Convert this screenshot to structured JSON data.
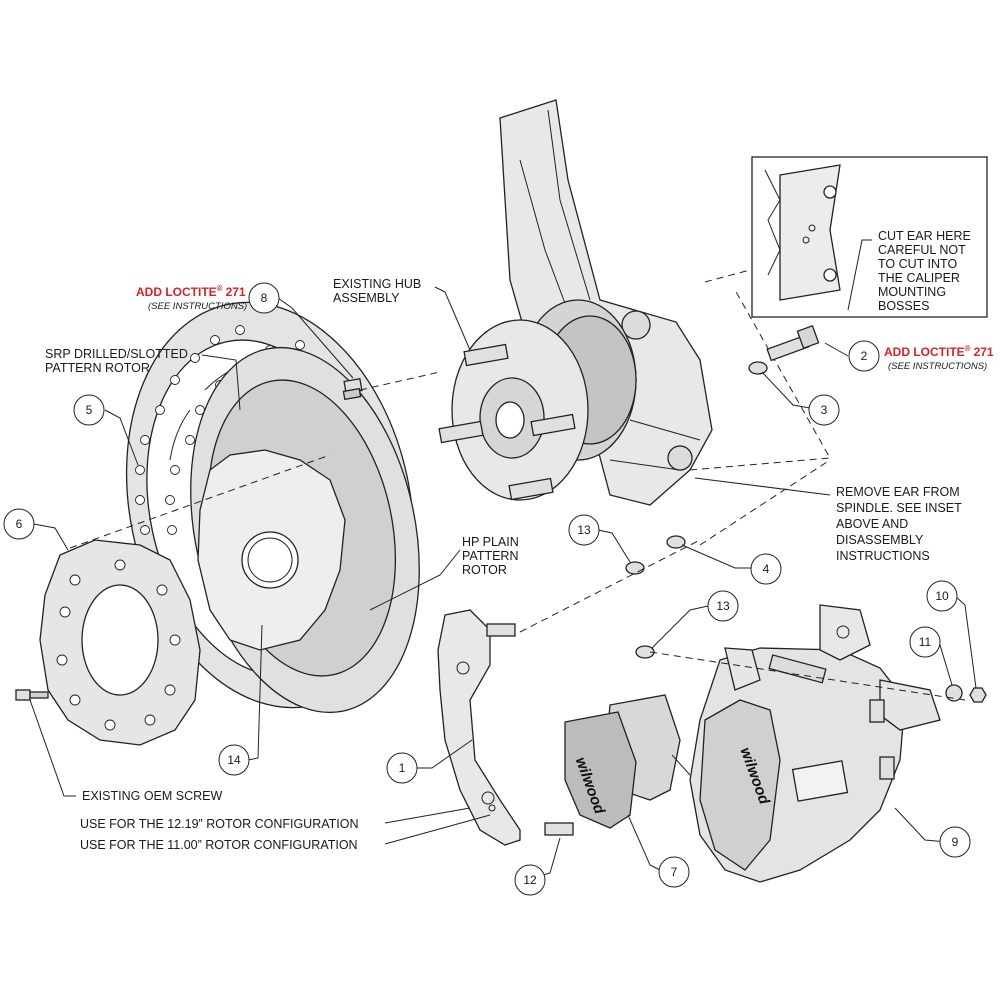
{
  "callouts": {
    "c1": "1",
    "c2": "2",
    "c3": "3",
    "c4": "4",
    "c5": "5",
    "c6": "6",
    "c7": "7",
    "c8": "8",
    "c9": "9",
    "c10": "10",
    "c11": "11",
    "c12": "12",
    "c13a": "13",
    "c13b": "13",
    "c14": "14"
  },
  "labels": {
    "loctite_top": "ADD LOCTITE",
    "loctite_top_num": "271",
    "loctite_right": "ADD LOCTITE",
    "loctite_right_num": "271",
    "registered": "®",
    "see_instructions_top": "(SEE INSTRUCTIONS)",
    "see_instructions_right": "(SEE INSTRUCTIONS)",
    "srp_rotor_1": "SRP DRILLED/SLOTTED",
    "srp_rotor_2": "PATTERN ROTOR",
    "hub_1": "EXISTING HUB",
    "hub_2": "ASSEMBLY",
    "hp_rotor_1": "HP PLAIN",
    "hp_rotor_2": "PATTERN",
    "hp_rotor_3": "ROTOR",
    "remove_ear_1": "REMOVE EAR FROM",
    "remove_ear_2": "SPINDLE.  SEE INSET",
    "remove_ear_3": "ABOVE AND",
    "remove_ear_4": "DISASSEMBLY",
    "remove_ear_5": "INSTRUCTIONS",
    "inset_1": "CUT EAR HERE",
    "inset_2": "CAREFUL NOT",
    "inset_3": "TO CUT INTO",
    "inset_4": "THE CALIPER",
    "inset_5": "MOUNTING",
    "inset_6": "BOSSES",
    "oem_screw": "EXISTING OEM SCREW",
    "config_1219": "USE FOR THE 12.19” ROTOR CONFIGURATION",
    "config_1100": "USE FOR THE 11.00” ROTOR CONFIGURATION",
    "brand_pad": "wilwood",
    "brand_caliper": "wilwood"
  },
  "colors": {
    "part_fill": "#e6e6e6",
    "part_shade": "#c8c8c8",
    "line": "#222222",
    "loctite_red": "#d2232a"
  }
}
